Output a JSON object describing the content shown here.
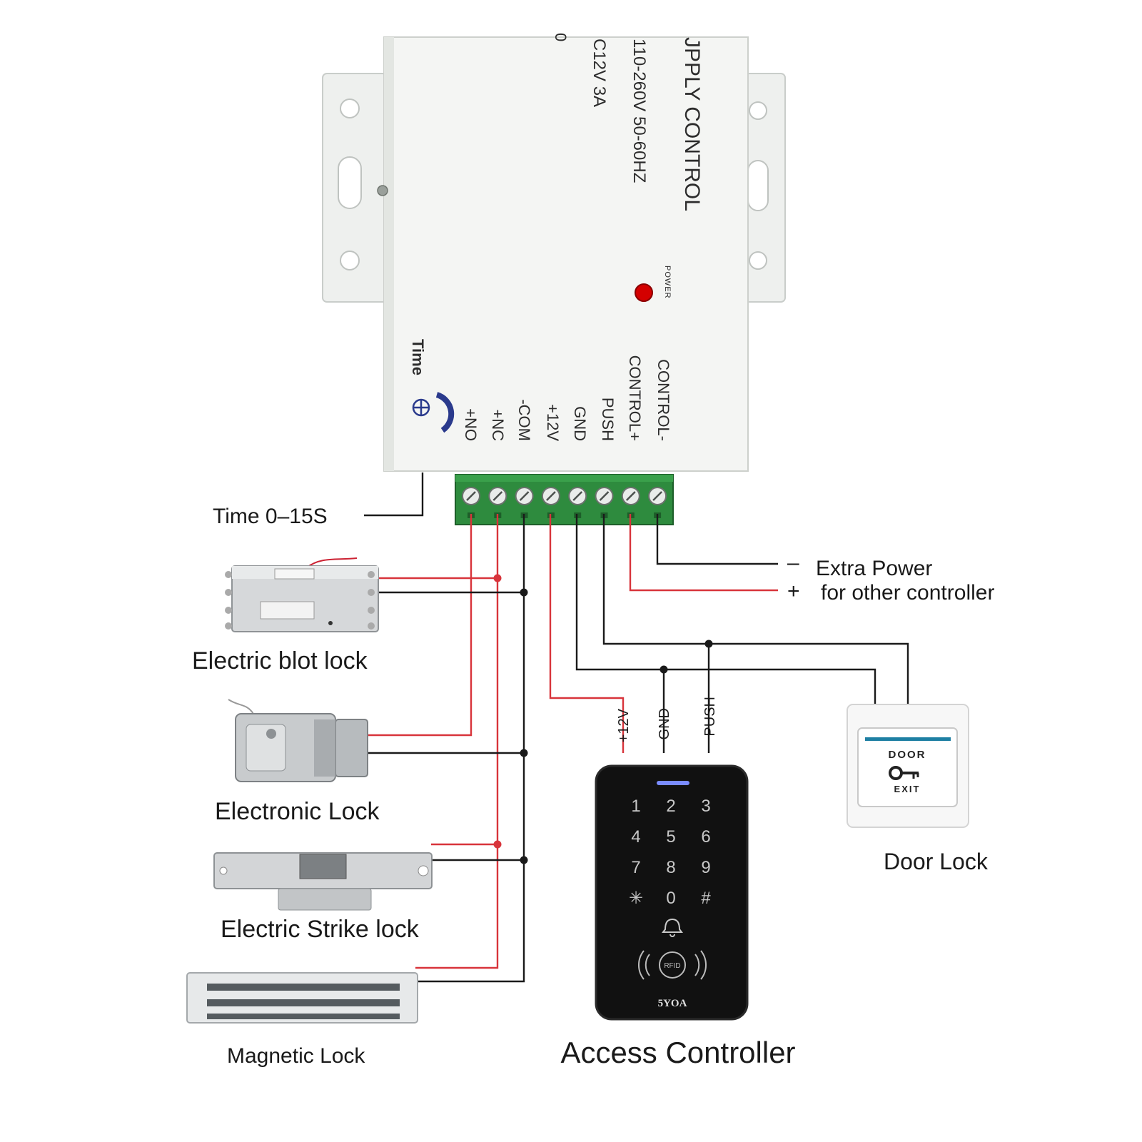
{
  "power_supply": {
    "title_partial": "JPPLY CONTROL",
    "input_spec": "110-260V 50-60HZ",
    "output_spec": "C12V 3A",
    "edge_char": "0",
    "power_led_label": "POWER",
    "time_label": "Time",
    "terminals": [
      "+NO",
      "+NC",
      "-COM",
      "+12V",
      "GND",
      "PUSH",
      "CONTROL+",
      "CONTROL-"
    ]
  },
  "callouts": {
    "time_range": "Time  0–15S",
    "extra_power_minus": "–",
    "extra_power_plus": "+",
    "extra_power_line1": "Extra Power",
    "extra_power_line2": "for other controller"
  },
  "locks": {
    "electric_bolt": "Electric blot lock",
    "electronic": "Electronic Lock",
    "electric_strike": "Electric Strike lock",
    "magnetic": "Magnetic Lock"
  },
  "access_controller": {
    "label": "Access Controller",
    "wire_plus12v": "+12V",
    "wire_gnd": "GND",
    "wire_push": "PUSH",
    "keys": [
      "1",
      "2",
      "3",
      "4",
      "5",
      "6",
      "7",
      "8",
      "9",
      "✳",
      "0",
      "#"
    ],
    "rfid_label": "RFID",
    "brand": "5YOA"
  },
  "door_button": {
    "top_text": "DOOR",
    "bottom_text": "EXIT",
    "label": "Door Lock"
  },
  "colors": {
    "wire_black": "#1a1a1a",
    "wire_red": "#d8343b",
    "terminal_green": "#2e8b3e",
    "power_led": "#d40000",
    "controller_body": "#111111"
  }
}
